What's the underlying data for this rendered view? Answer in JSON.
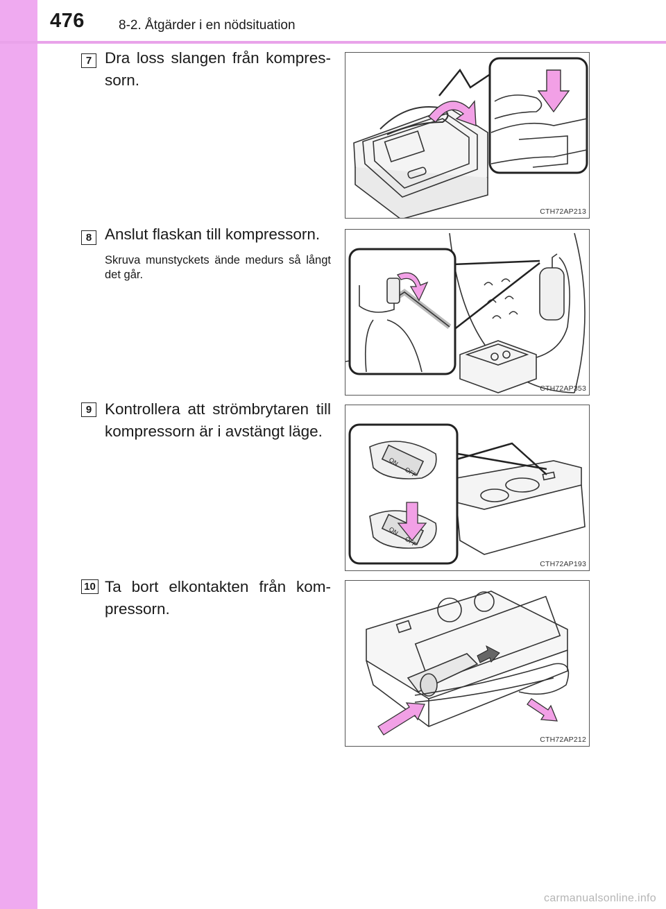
{
  "header": {
    "page_number": "476",
    "section_title": "8-2. Åtgärder i en nödsituation"
  },
  "steps": [
    {
      "number": "7",
      "text": "Dra loss slangen från kompres-sorn.",
      "note": "",
      "figure_code": "CTH72AP213"
    },
    {
      "number": "8",
      "text": "Anslut flaskan till kompressorn.",
      "note": "Skruva munstyckets ände medurs så långt det går.",
      "figure_code": "CTH72AP353"
    },
    {
      "number": "9",
      "text": "Kontrollera att strömbrytaren till kompressorn är i avstängt läge.",
      "note": "",
      "figure_code": "CTH72AP193"
    },
    {
      "number": "10",
      "text": "Ta bort elkontakten från kom-pressorn.",
      "note": "",
      "figure_code": "CTH72AP212"
    }
  ],
  "figure_labels": {
    "switch_on": "ON",
    "switch_off": "OFF"
  },
  "footer": {
    "watermark": "carmanualsonline.info"
  },
  "colors": {
    "side_band": "#efaaf0",
    "arrow_pink": "#f2a0e6"
  }
}
